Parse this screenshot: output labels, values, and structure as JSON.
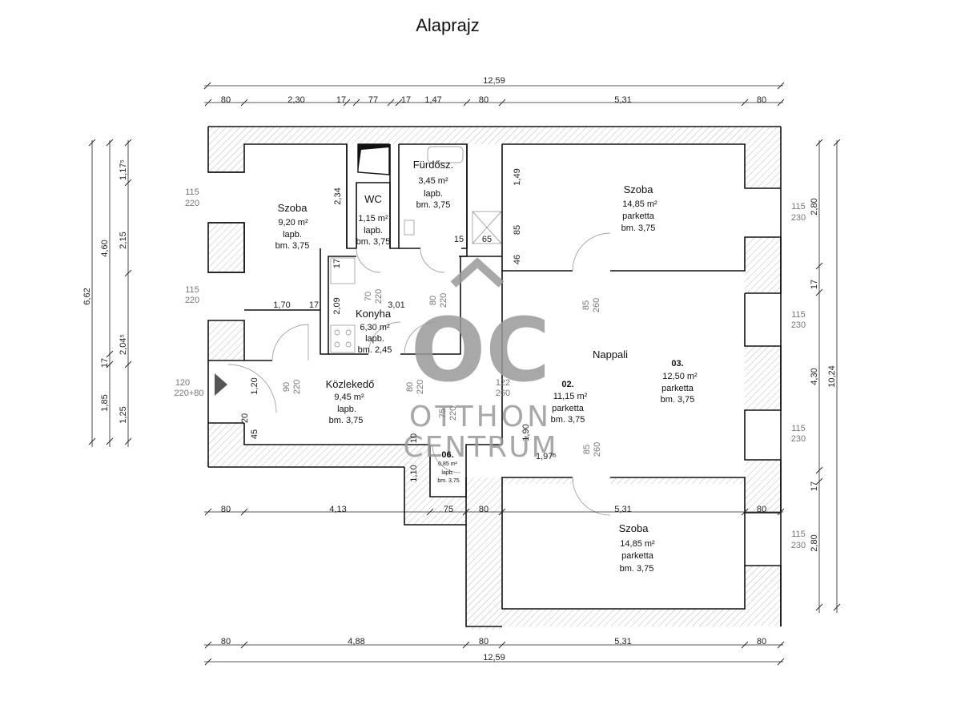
{
  "title": "Alaprajz",
  "rooms": {
    "szoba_left": {
      "name": "Szoba",
      "area": "9,20 m²",
      "floor": "lapb.",
      "height": "bm. 3,75"
    },
    "wc": {
      "name": "WC",
      "area": "1,15 m²",
      "floor": "lapb.",
      "height": "bm. 3,75"
    },
    "furdo": {
      "name": "Fürdősz.",
      "area": "3,45 m²",
      "floor": "lapb.",
      "height": "bm. 3,75"
    },
    "konyha": {
      "name": "Konyha",
      "area": "6,30 m²",
      "floor": "lapb.",
      "height": "bm. 2,45"
    },
    "kozlekedo": {
      "name": "Közlekedő",
      "area": "9,45 m²",
      "floor": "lapb.",
      "height": "bm. 3,75"
    },
    "szoba_top_right": {
      "name": "Szoba",
      "area": "14,85 m²",
      "floor": "parketta",
      "height": "bm. 3,75"
    },
    "nappali": {
      "name": "Nappali"
    },
    "room02": {
      "number": "02.",
      "area": "11,15 m²",
      "floor": "parketta",
      "height": "bm. 3,75"
    },
    "room03": {
      "number": "03.",
      "area": "12,50 m²",
      "floor": "parketta",
      "height": "bm. 3,75"
    },
    "room06": {
      "number": "06.",
      "area": "0,85 m²",
      "floor": "lapb.",
      "height": "bm. 3,75"
    },
    "szoba_bottom_right": {
      "name": "Szoba",
      "area": "14,85 m²",
      "floor": "parketta",
      "height": "bm. 3,75"
    }
  },
  "dims_top": {
    "total": "12,59",
    "segments": [
      "80",
      "2,30",
      "17",
      "77",
      "17",
      "1,47",
      "80",
      "5,31",
      "80"
    ]
  },
  "dims_bottom_row1": [
    "80",
    "4,13",
    "75",
    "80",
    "5,31",
    "80"
  ],
  "dims_bottom_row2": [
    "80",
    "4,88",
    "80",
    "5,31",
    "80"
  ],
  "dims_bottom_total": "12,59",
  "dims_left": {
    "total": "6,62",
    "col1": [
      "4,60",
      "17",
      "1,85"
    ],
    "col2": [
      "1,17⁵",
      "2,15",
      "2,04⁵",
      "1,25"
    ]
  },
  "dims_right": {
    "total": "10,24",
    "col1": [
      "2,80",
      "17",
      "4,30",
      "17",
      "2,80"
    ]
  },
  "windows_left": [
    {
      "w": "115",
      "h": "220"
    },
    {
      "w": "115",
      "h": "220"
    },
    {
      "w": "120",
      "h": "220+80"
    }
  ],
  "windows_right": [
    {
      "w": "115",
      "h": "230"
    },
    {
      "w": "115",
      "h": "230"
    },
    {
      "w": "115",
      "h": "230"
    },
    {
      "w": "115",
      "h": "230"
    }
  ],
  "doors": {
    "d1": {
      "w": "70",
      "h": "220"
    },
    "d2": {
      "w": "80",
      "h": "220"
    },
    "d3": {
      "w": "85",
      "h": "260"
    },
    "d4": {
      "w": "90",
      "h": "220"
    },
    "d5": {
      "w": "80",
      "h": "220"
    },
    "d6": {
      "w": "122",
      "h": "260"
    },
    "d7": {
      "w": "85",
      "h": "260"
    },
    "d8": {
      "w": "75",
      "h": "220"
    }
  },
  "inner_dims": {
    "d_234": "2,34",
    "d_170": "1,70",
    "d_17a": "17",
    "d_17b": "17",
    "d_209": "2,09",
    "d_301": "3,01",
    "d_15": "15",
    "d_65": "65",
    "d_149": "1,49",
    "d_85": "85",
    "d_46": "46",
    "d_120": "1,20",
    "d_20": "20",
    "d_45": "45",
    "d_10": "10",
    "d_110": "1,10",
    "d_190": "1,90",
    "d_197": "1,97⁵"
  },
  "watermark": {
    "logo": "OC",
    "line1": "OTTHON",
    "line2": "CENTRUM"
  }
}
